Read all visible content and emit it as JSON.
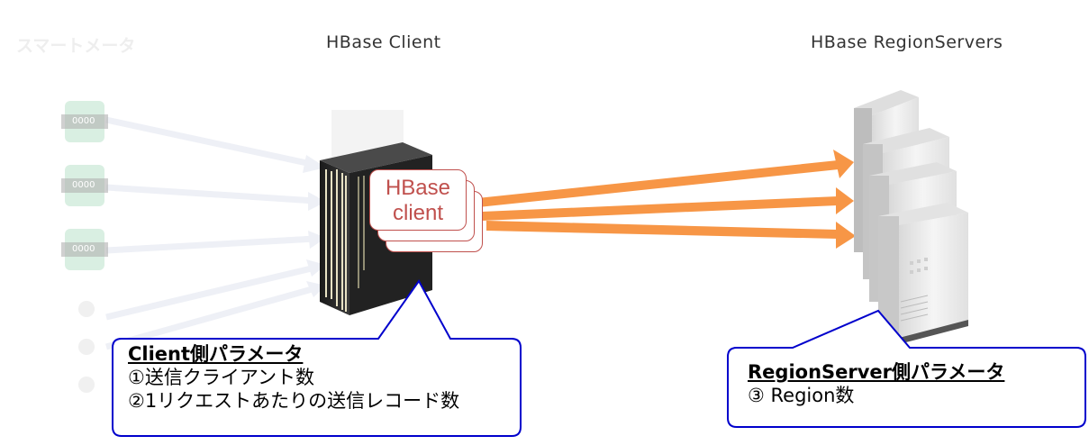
{
  "headers": {
    "smart_meter": "スマートメータ",
    "hbase_client": "HBase Client",
    "hbase_regionservers": "HBase RegionServers"
  },
  "meters": [
    {
      "label": "0000"
    },
    {
      "label": "0000"
    },
    {
      "label": "0000"
    }
  ],
  "client_box": {
    "line1": "HBase",
    "line2": "client"
  },
  "callout_client": {
    "title": "Client側パラメータ",
    "lines": [
      "①送信クライアント数",
      "②1リクエストあたりの送信レコード数"
    ]
  },
  "callout_region": {
    "title": "RegionServer側パラメータ",
    "lines": [
      "③ Region数"
    ]
  },
  "colors": {
    "arrow_orange": "#f79646",
    "callout_border": "#0000cc",
    "client_box_red": "#c0504d",
    "meter_green": "#d9efe2"
  },
  "icons": {
    "meter": "smart-meter-icon",
    "client_server": "rack-server-icon",
    "region_servers": "tower-server-icon"
  }
}
